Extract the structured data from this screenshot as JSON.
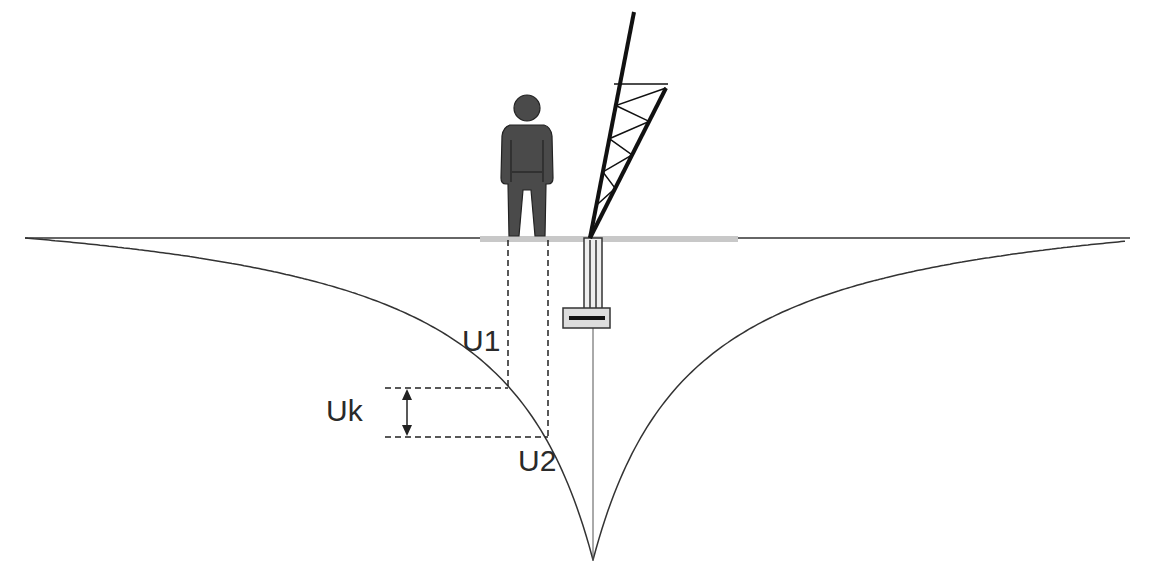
{
  "diagram": {
    "labels": [
      "U1",
      "Uk",
      "U2"
    ]
  }
}
